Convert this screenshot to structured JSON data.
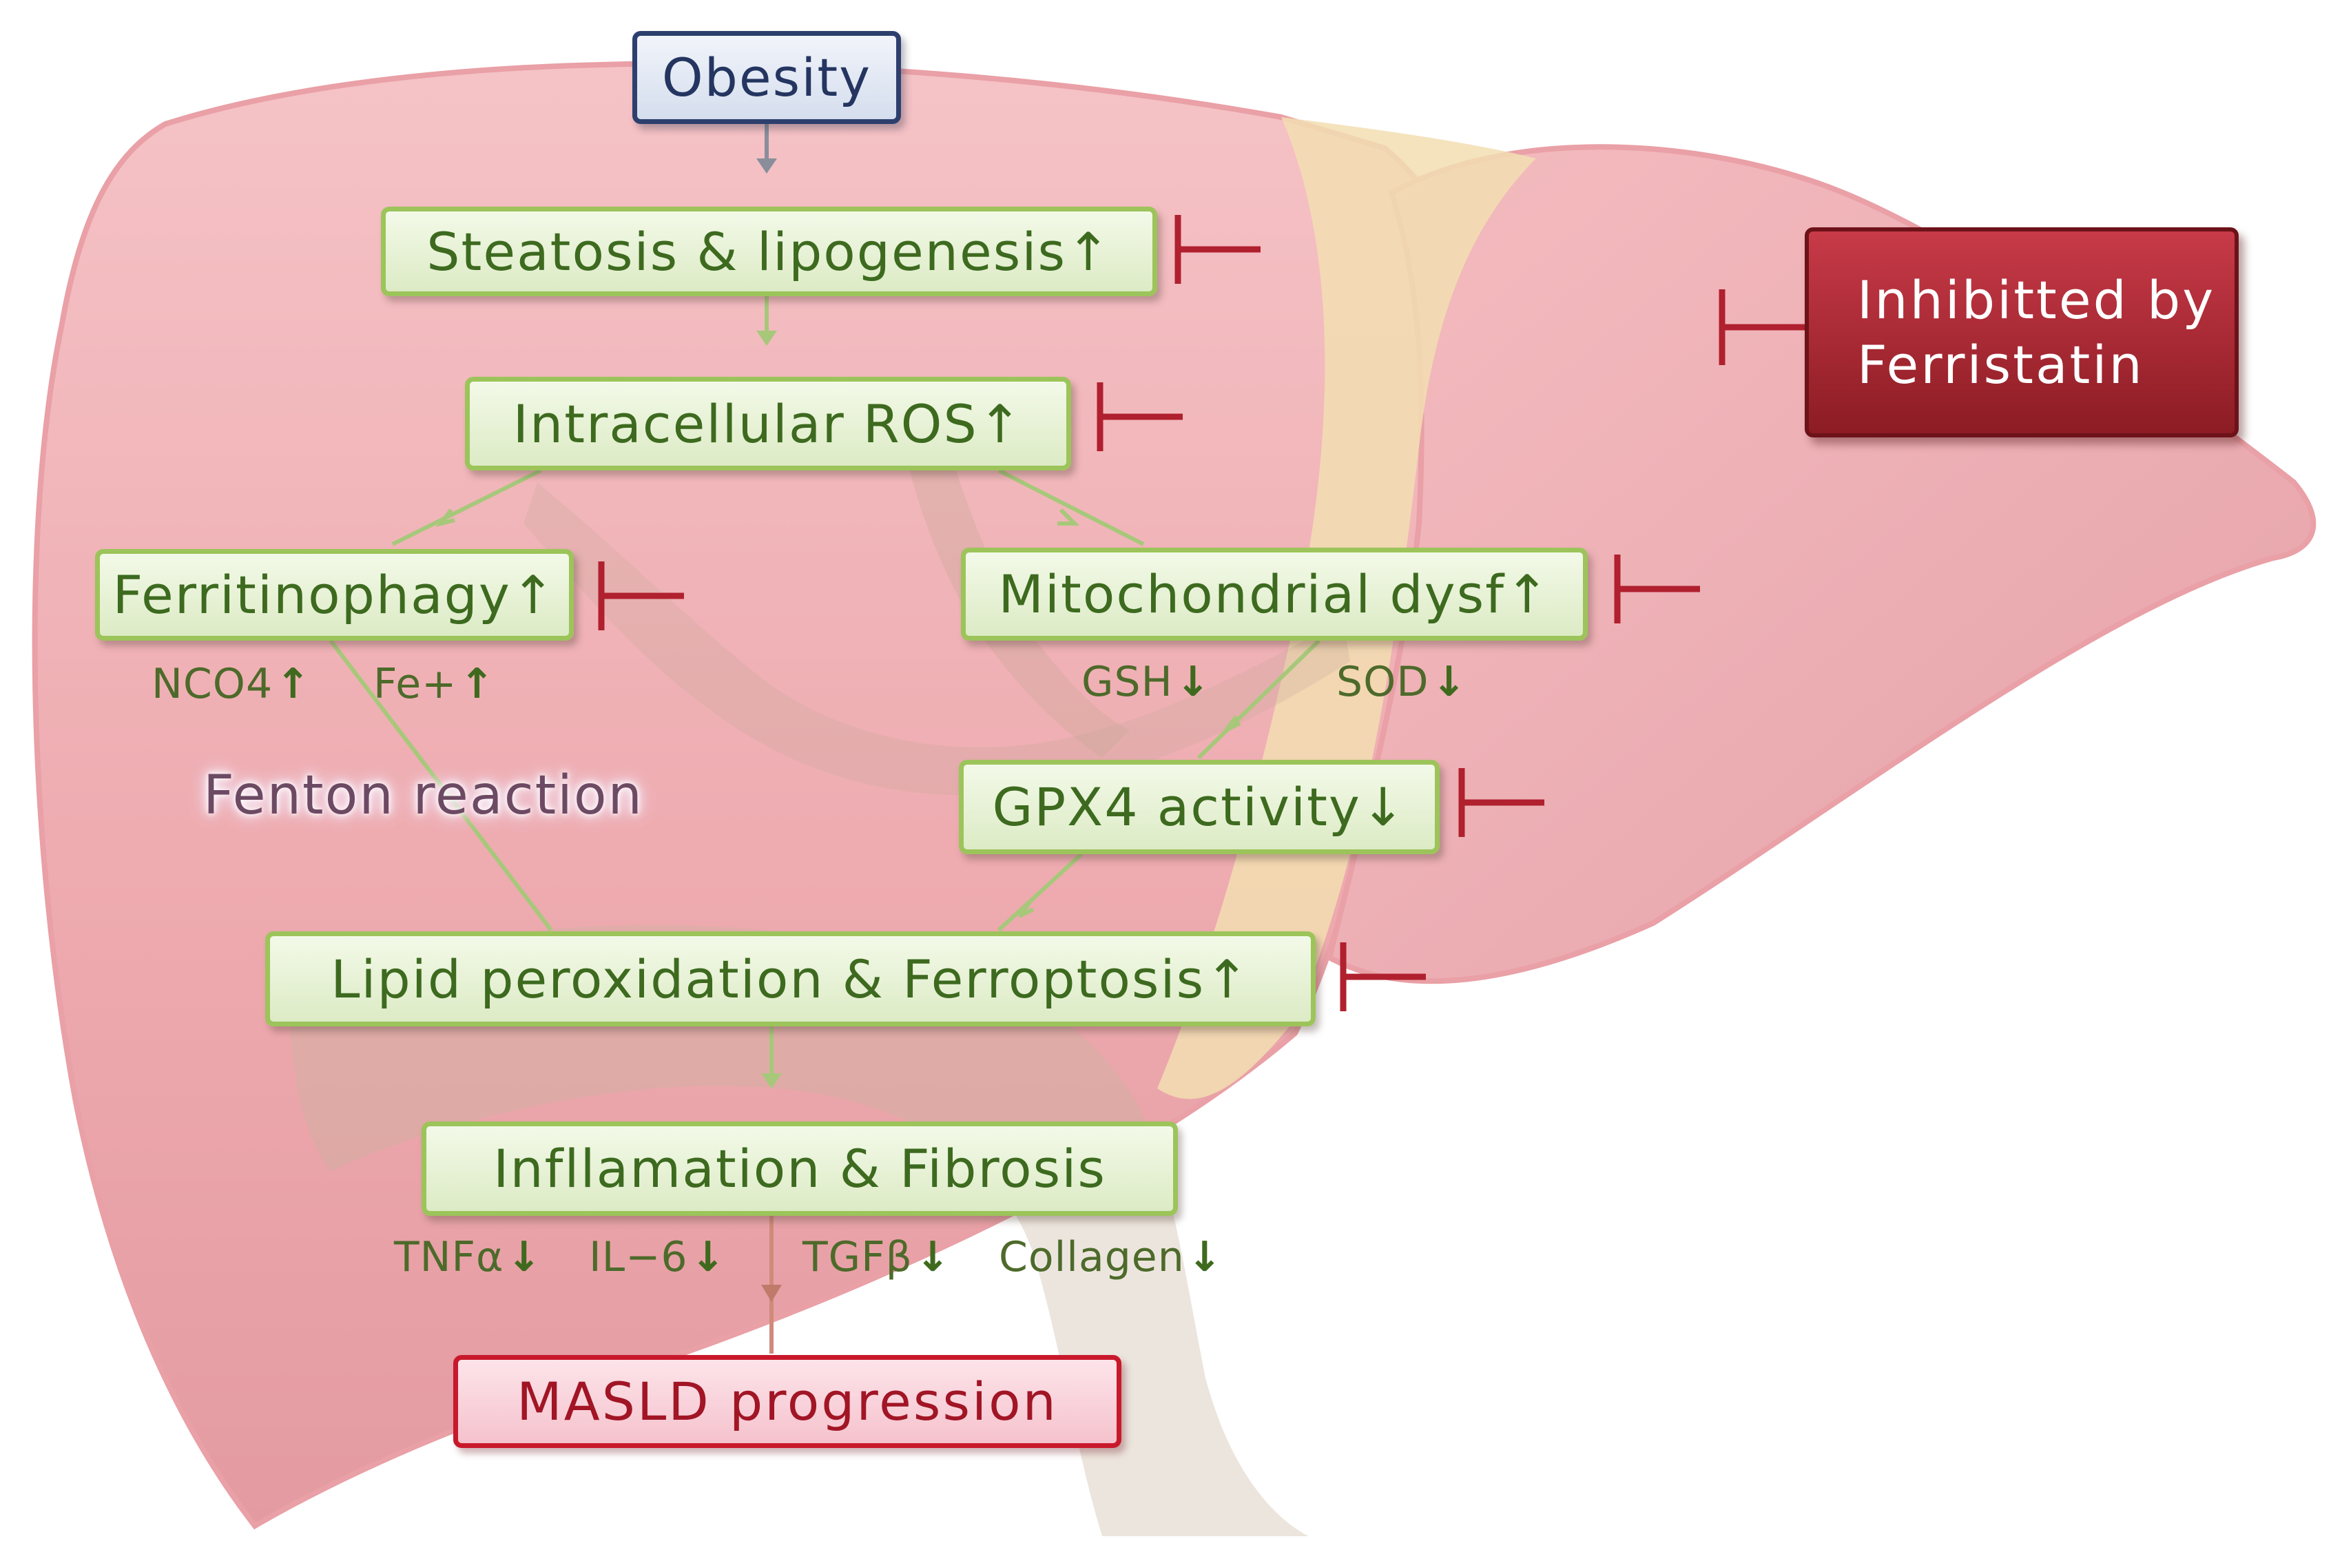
{
  "diagram": {
    "nodes": {
      "obesity": "Obesity",
      "steatosis": "Steatosis & lipogenesis↑",
      "ros": "Intracellular ROS↑",
      "ferritinophagy": "Ferritinophagy↑",
      "mito": "Mitochondrial dysf↑",
      "gpx4": "GPX4 activity↓",
      "lipid": "Lipid peroxidation & Ferroptosis↑",
      "inflammation": "Infllamation & Fibrosis",
      "masld": "MASLD progression"
    },
    "inhibitor": {
      "line1": "Inhibitted by",
      "line2": "Ferristatin"
    },
    "annotation": "Fenton reaction",
    "markers": [
      {
        "text": "NCO4",
        "arrow": "↑"
      },
      {
        "text": "Fe+",
        "arrow": "↑"
      },
      {
        "text": "GSH",
        "arrow": "↓"
      },
      {
        "text": "SOD",
        "arrow": "↓"
      },
      {
        "text": "TNFα",
        "arrow": "↓"
      },
      {
        "text": "IL−6",
        "arrow": "↓"
      },
      {
        "text": "TGFβ",
        "arrow": "↓"
      },
      {
        "text": "Collagen",
        "arrow": "↓"
      }
    ],
    "colors": {
      "box_fill": "#dcebc5",
      "box_border": "#9cc45a",
      "box_text": "#3d6a1f",
      "inhibit_color": "#b0202e",
      "liver": "#eea9ae",
      "gallbladder": "#f2deb2"
    }
  }
}
